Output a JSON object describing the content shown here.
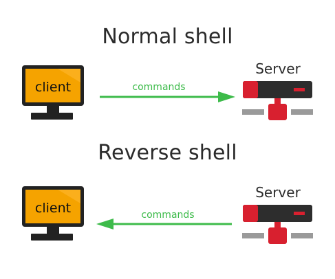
{
  "sections": [
    {
      "title": "Normal shell",
      "client_label": "client",
      "server_label": "Server",
      "arrow_label": "commands",
      "direction": "client-to-server"
    },
    {
      "title": "Reverse shell",
      "client_label": "client",
      "server_label": "Server",
      "arrow_label": "commands",
      "direction": "server-to-client"
    }
  ],
  "colors": {
    "monitor_frame": "#222222",
    "monitor_screen": "#f5a300",
    "arrow": "#3dbb4a",
    "server_body": "#2d2d2d",
    "server_red": "#d8202f",
    "server_gray": "#9a9a9a",
    "title_text": "#2b2b2b"
  }
}
